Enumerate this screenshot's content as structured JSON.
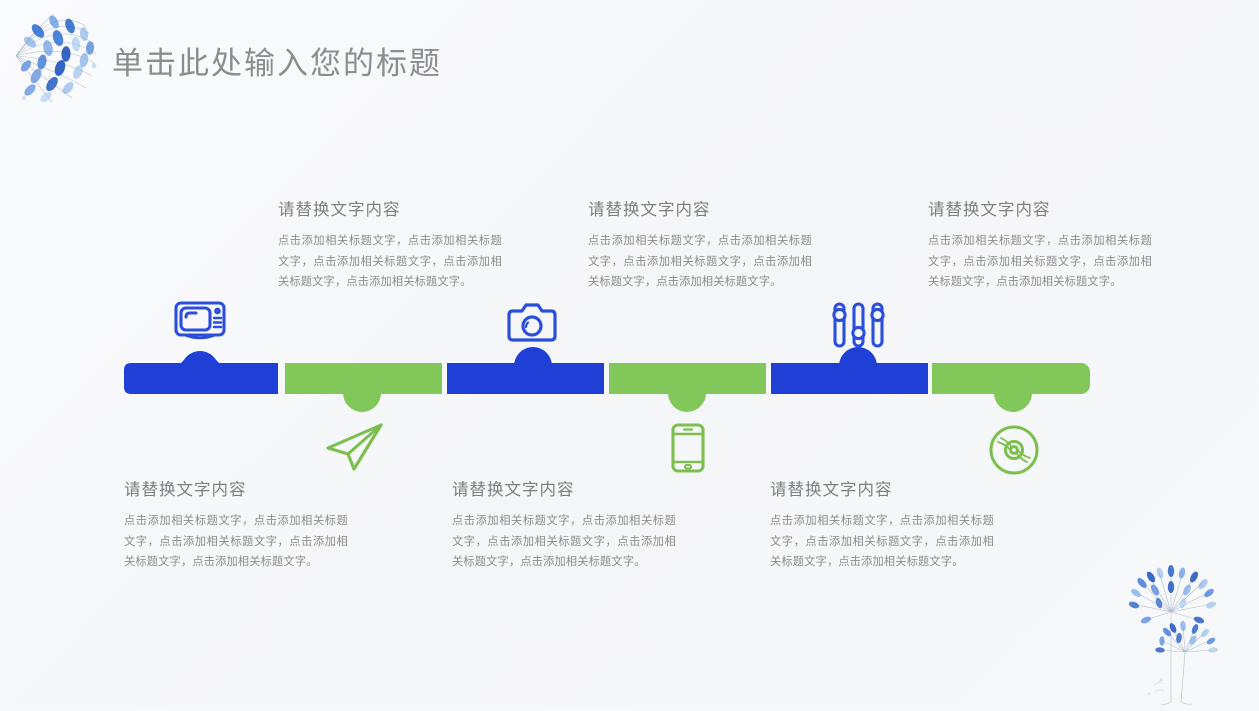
{
  "slide": {
    "title": "单击此处输入您的标题",
    "background_color": "#f7f8fa",
    "title_color": "#8b8d93"
  },
  "colors": {
    "blue": "#1f3fd6",
    "green": "#81c75a",
    "heading_text": "#7d7f85",
    "body_text": "#8a8c92"
  },
  "decorations": {
    "top_left": "watercolor-dandelion-fan",
    "bottom_right": "watercolor-dandelion-flowers"
  },
  "timeline": {
    "segments": [
      {
        "index": 1,
        "color": "blue",
        "bump": "up",
        "icon": "tv-icon"
      },
      {
        "index": 2,
        "color": "green",
        "bump": "down",
        "icon": "paper-plane-icon"
      },
      {
        "index": 3,
        "color": "blue",
        "bump": "up",
        "icon": "camera-icon"
      },
      {
        "index": 4,
        "color": "green",
        "bump": "down",
        "icon": "smartphone-icon"
      },
      {
        "index": 5,
        "color": "blue",
        "bump": "up",
        "icon": "equalizer-icon"
      },
      {
        "index": 6,
        "color": "green",
        "bump": "down",
        "icon": "compact-disc-icon"
      }
    ]
  },
  "top_blocks": [
    {
      "heading": "请替换文字内容",
      "body": "点击添加相关标题文字，点击添加相关标题文字，点击添加相关标题文字，点击添加相关标题文字，点击添加相关标题文字。"
    },
    {
      "heading": "请替换文字内容",
      "body": "点击添加相关标题文字，点击添加相关标题文字，点击添加相关标题文字，点击添加相关标题文字，点击添加相关标题文字。"
    },
    {
      "heading": "请替换文字内容",
      "body": "点击添加相关标题文字，点击添加相关标题文字，点击添加相关标题文字，点击添加相关标题文字，点击添加相关标题文字。"
    }
  ],
  "bottom_blocks": [
    {
      "heading": "请替换文字内容",
      "body": "点击添加相关标题文字，点击添加相关标题文字，点击添加相关标题文字，点击添加相关标题文字，点击添加相关标题文字。"
    },
    {
      "heading": "请替换文字内容",
      "body": "点击添加相关标题文字，点击添加相关标题文字，点击添加相关标题文字，点击添加相关标题文字，点击添加相关标题文字。"
    },
    {
      "heading": "请替换文字内容",
      "body": "点击添加相关标题文字，点击添加相关标题文字，点击添加相关标题文字，点击添加相关标题文字，点击添加相关标题文字。"
    }
  ]
}
